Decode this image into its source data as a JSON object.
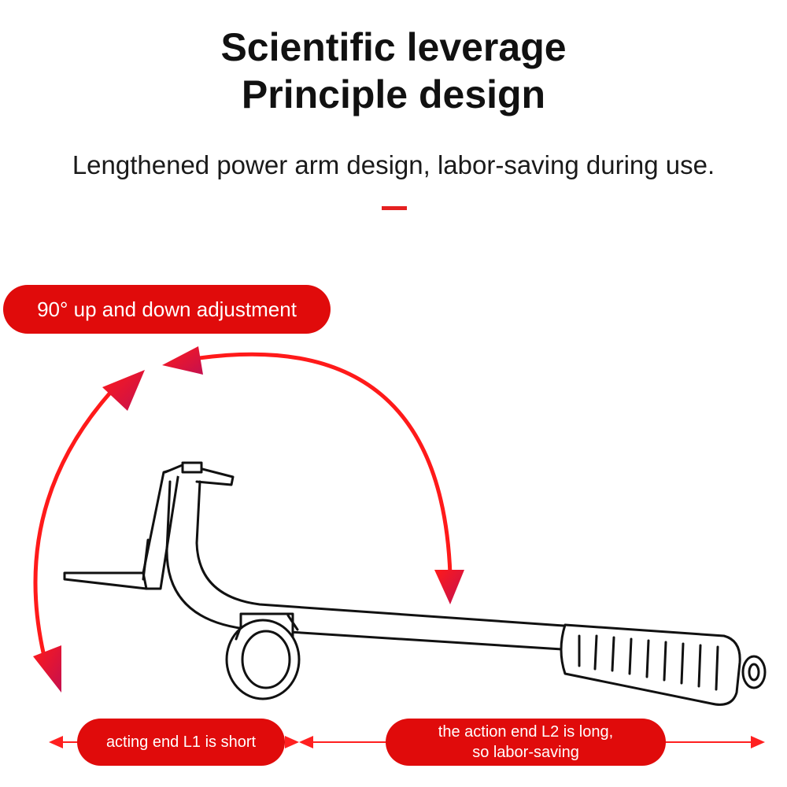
{
  "header": {
    "title_line1": "Scientific leverage",
    "title_line2": "Principle design",
    "subtitle": "Lengthened power arm design, labor-saving during use."
  },
  "callouts": {
    "adjustment": "90° up and down adjustment",
    "l1": "acting end L1 is short",
    "l2_line1": "the action end L2 is long,",
    "l2_line2": "so labor-saving"
  },
  "colors": {
    "accent": "#e00b0b",
    "arrow_gradient": [
      "#ff1a1a",
      "#c4104f"
    ],
    "text": "#111111"
  }
}
